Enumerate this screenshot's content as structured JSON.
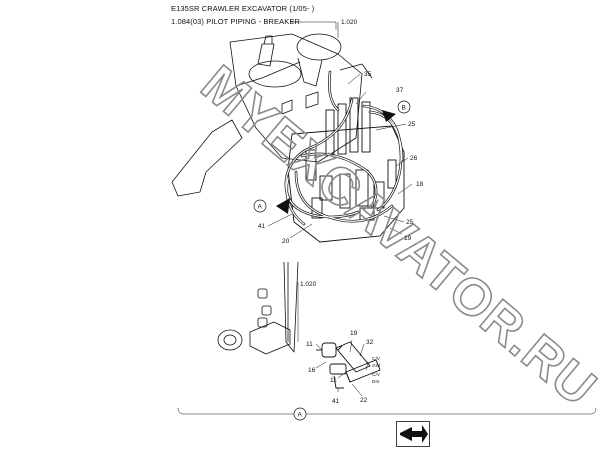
{
  "header": {
    "line1": "E135SR CRAWLER EXCAVATOR (1/05- )",
    "line2": "1.084(03) PILOT PIPING - BREAKER"
  },
  "watermark": "MYEXCAVATOR.RU",
  "callouts": {
    "ref_1020_top": "1.020",
    "ref_1020_mid": "1.020",
    "n35": "35",
    "n37": "37",
    "n25_top": "25",
    "n26": "26",
    "n18": "18",
    "n25_low": "25",
    "n19_top": "19",
    "n41_top": "41",
    "n20": "20",
    "n19_mid": "19",
    "n32": "32",
    "n11_top": "11",
    "n16": "16",
    "n11_low": "11",
    "n41_low": "41",
    "n22": "22",
    "label_a_left": "A",
    "label_b": "B",
    "label_a_bottom": "A",
    "cv_top_1": "C/V",
    "cv_top_2": "Grd",
    "cv_low_1": "C/V",
    "cv_low_2": "Drs"
  },
  "icons": {
    "nav": "next-page-arrow-icon"
  },
  "colors": {
    "line": "#111111",
    "watermark": "#8a8a8a"
  }
}
